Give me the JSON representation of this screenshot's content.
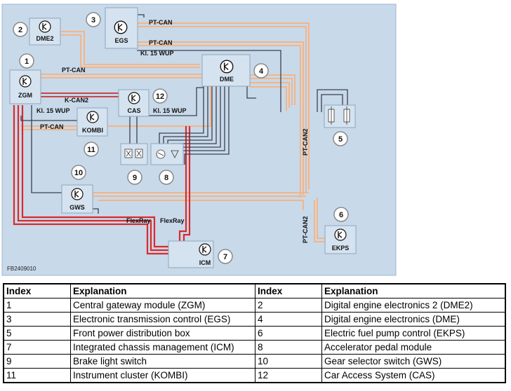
{
  "figure_code": "FB2409010",
  "components": {
    "zgm": {
      "label": "ZGM",
      "number": "1"
    },
    "dme2": {
      "label": "DME2",
      "number": "2"
    },
    "egs": {
      "label": "EGS",
      "number": "3"
    },
    "dme": {
      "label": "DME",
      "number": "4"
    },
    "fuse_box": {
      "number": "5"
    },
    "ekps": {
      "label": "EKPS",
      "number": "6"
    },
    "icm": {
      "label": "ICM",
      "number": "7"
    },
    "pedal": {
      "number": "8"
    },
    "brake_switch": {
      "number": "9"
    },
    "gws": {
      "label": "GWS",
      "number": "10"
    },
    "kombi": {
      "label": "KOMBI",
      "number": "11"
    },
    "cas": {
      "label": "CAS",
      "number": "12"
    }
  },
  "bus_labels": {
    "ptcan_egs_top": "PT-CAN",
    "ptcan_egs_mid": "PT-CAN",
    "kl15_egs": "Kl. 15 WUP",
    "ptcan_zgm": "PT-CAN",
    "kcan2": "K-CAN2",
    "kl15_zgm": "Kl. 15 WUP",
    "ptcan_kombi": "PT-CAN",
    "kl15_cas": "Kl. 15 WUP",
    "ptcan2_a": "PT-CAN2",
    "ptcan2_b": "PT-CAN2",
    "flexray_a": "FlexRay",
    "flexray_b": "FlexRay"
  },
  "legend": {
    "headers": [
      "Index",
      "Explanation",
      "Index",
      "Explanation"
    ],
    "rows": [
      {
        "i1": "1",
        "e1": "Central gateway module (ZGM)",
        "i2": "2",
        "e2": "Digital engine electronics 2 (DME2)"
      },
      {
        "i1": "3",
        "e1": "Electronic transmission control (EGS)",
        "i2": "4",
        "e2": "Digital engine electronics (DME)"
      },
      {
        "i1": "5",
        "e1": "Front power distribution box",
        "i2": "6",
        "e2": "Electric fuel pump control (EKPS)"
      },
      {
        "i1": "7",
        "e1": "Integrated chassis management (ICM)",
        "i2": "8",
        "e2": "Accelerator pedal module"
      },
      {
        "i1": "9",
        "e1": "Brake light switch",
        "i2": "10",
        "e2": "Gear selector switch (GWS)"
      },
      {
        "i1": "11",
        "e1": "Instrument cluster (KOMBI)",
        "i2": "12",
        "e2": "Car Access System (CAS)"
      }
    ]
  },
  "colors": {
    "ptcan": "#f5b584",
    "kcan": "#c7474c",
    "flexray": "#d92b2b",
    "kl15": "#3b4250",
    "panel": "#c8d9ea",
    "box": "#d5e3f0"
  }
}
